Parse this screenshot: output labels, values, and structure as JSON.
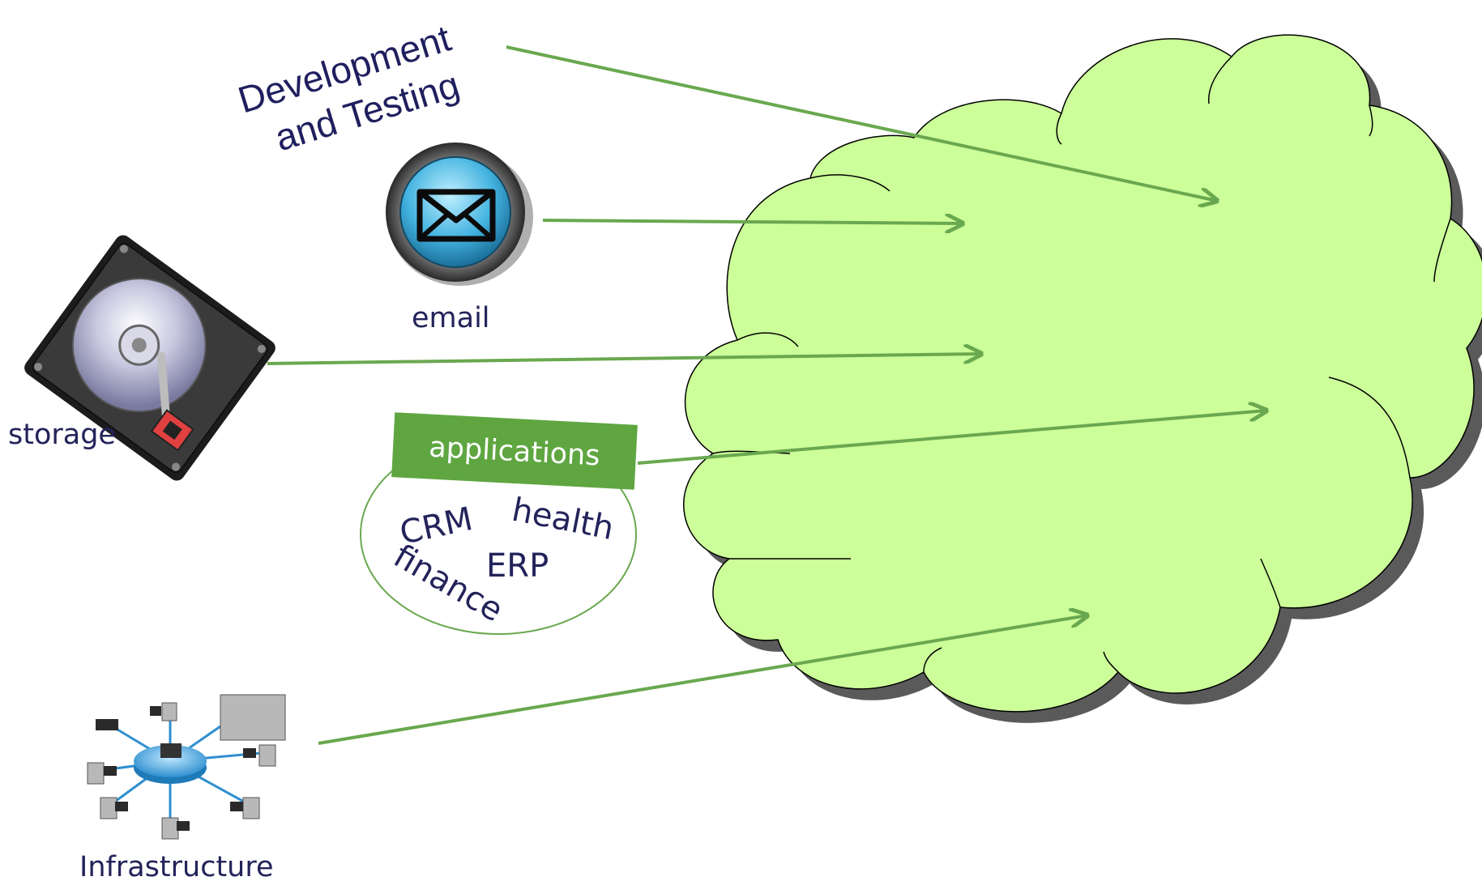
{
  "title": {
    "line1": "Development",
    "line2": "and Testing"
  },
  "nodes": {
    "email": {
      "label": "email",
      "icon": "envelope-icon"
    },
    "storage": {
      "label": "storage",
      "icon": "hard-drive-icon"
    },
    "applications": {
      "label": "applications",
      "items": [
        "CRM",
        "health",
        "ERP",
        "finance"
      ]
    },
    "infrastructure": {
      "label": "Infrastructure",
      "icon": "network-icon"
    }
  },
  "colors": {
    "cloud_fill": "#ccff99",
    "cloud_shadow": "#5a5a5a",
    "arrow": "#6aa84f",
    "banner": "#5fa641",
    "label_text": "#23235b"
  }
}
